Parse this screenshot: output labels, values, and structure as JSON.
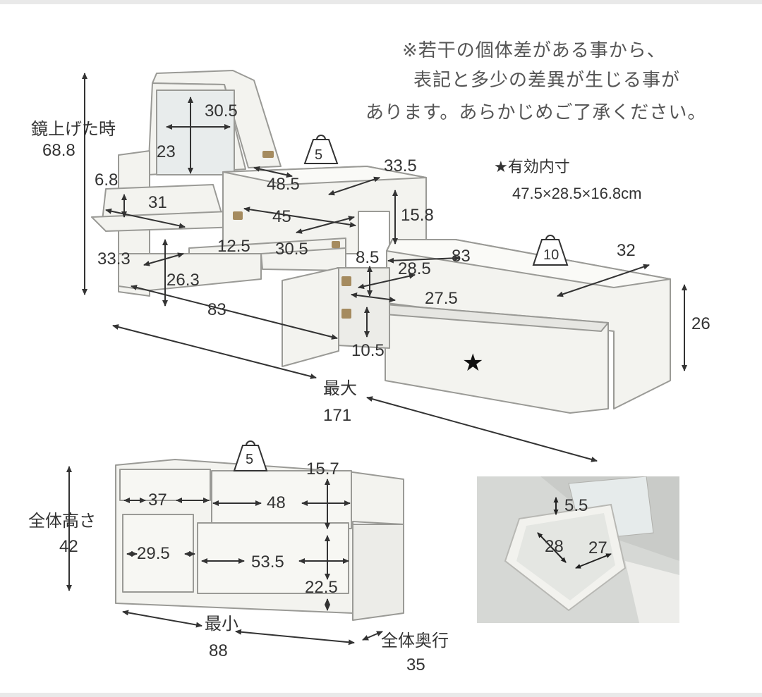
{
  "note": {
    "line1": "※若干の個体差がある事から、",
    "line2": "表記と多少の差異が生じる事が",
    "line3": "あります。あらかじめご了承ください。"
  },
  "spec": {
    "star_label": "★有効内寸",
    "star_size": "47.5×28.5×16.8cm"
  },
  "top_diagram": {
    "mirror_up_label": "鏡上げた時",
    "mirror_up_value": "68.8",
    "mirror_w": "30.5",
    "mirror_h": "23",
    "load_left": "5",
    "load_right": "10",
    "d_6_8": "6.8",
    "d_31": "31",
    "d_48_5": "48.5",
    "d_33_5": "33.5",
    "d_45": "45",
    "d_15_8": "15.8",
    "d_12_5": "12.5",
    "d_30_5b": "30.5",
    "d_33_3": "33.3",
    "d_26_3": "26.3",
    "d_83a": "83",
    "d_8_5": "8.5",
    "d_28_5": "28.5",
    "d_83b": "83",
    "d_32": "32",
    "d_27_5": "27.5",
    "d_26": "26",
    "d_10_5": "10.5",
    "max_label": "最大",
    "max_value": "171",
    "star": "★"
  },
  "bottom_diagram": {
    "load": "5",
    "d_15_7": "15.7",
    "d_37": "37",
    "d_48": "48",
    "height_label": "全体高さ",
    "height_value": "42",
    "d_29_5": "29.5",
    "d_53_5": "53.5",
    "d_22_5": "22.5",
    "min_label": "最小",
    "min_value": "88",
    "depth_label": "全体奥行",
    "depth_value": "35"
  },
  "photo": {
    "d_5_5": "5.5",
    "d_28": "28",
    "d_27": "27"
  }
}
